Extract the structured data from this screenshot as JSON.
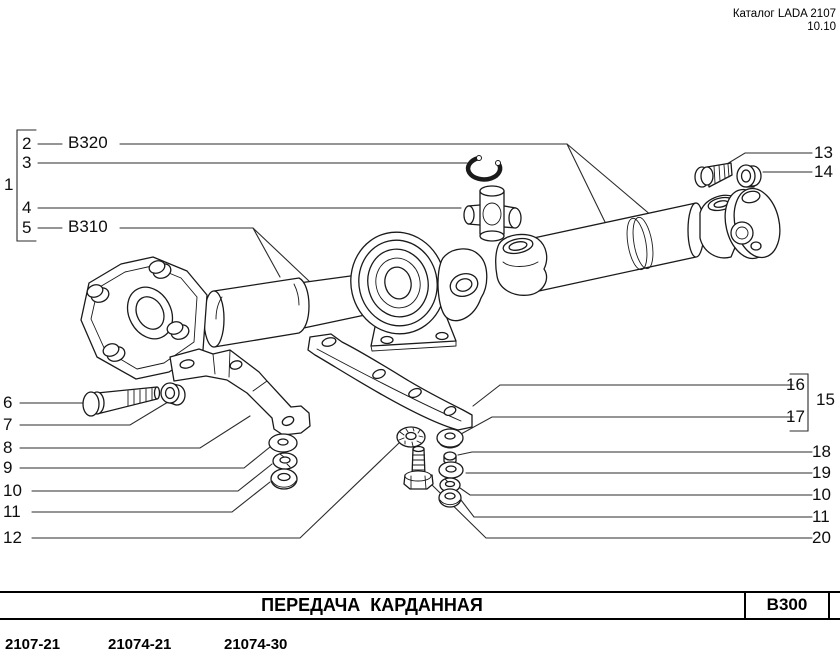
{
  "header": {
    "catalog_title": "Каталог LADA 2107",
    "page_number": "10.10"
  },
  "figure": {
    "group1": {
      "label": "1",
      "items": [
        {
          "num": "2",
          "code": "B320"
        },
        {
          "num": "3"
        },
        {
          "num": "4"
        },
        {
          "num": "5",
          "code": "B310"
        }
      ]
    },
    "left_callouts": [
      "6",
      "7",
      "8",
      "9",
      "10",
      "11",
      "12"
    ],
    "right_top_callouts": [
      "13",
      "14"
    ],
    "group15": {
      "label": "15",
      "items": [
        "16",
        "17"
      ]
    },
    "right_bottom_callouts": [
      "18",
      "19",
      "10",
      "11",
      "20"
    ]
  },
  "footer": {
    "title": "ПЕРЕДАЧА  КАРДАННАЯ",
    "section_code": "B300",
    "models": [
      "2107-21",
      "21074-21",
      "21074-30"
    ]
  }
}
